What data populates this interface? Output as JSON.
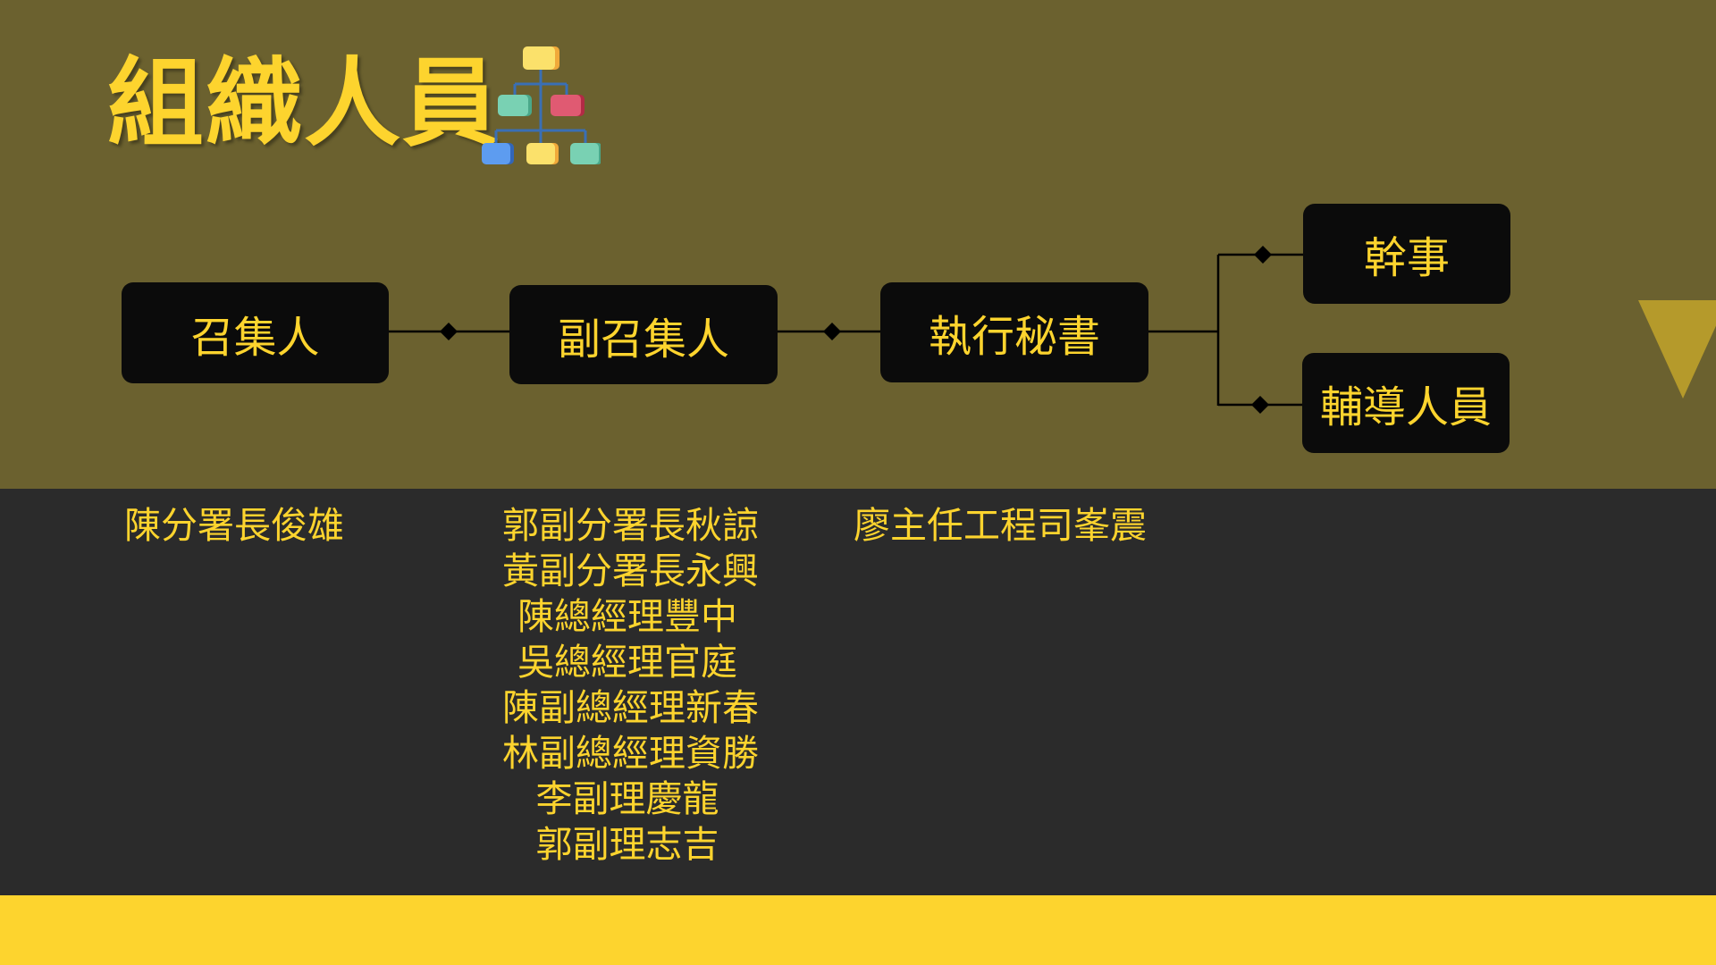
{
  "title": "組織人員",
  "icons": {
    "title_icon": "org-chart-icon"
  },
  "colors": {
    "accent": "#fdd42e",
    "top_background": "#6b612f",
    "bottom_background": "#2b2b2b",
    "node_fill": "#0b0b0b",
    "decor_triangle": "#b59a2b"
  },
  "nodes": {
    "convener": "召集人",
    "deputy_convener": "副召集人",
    "executive_secretary": "執行秘書",
    "officer": "幹事",
    "counselor": "輔導人員"
  },
  "names": {
    "convener": [
      "陳分署長俊雄"
    ],
    "deputy_convener": [
      "郭副分署長秋諒",
      "黃副分署長永興",
      "陳總經理豐中",
      "吳總經理官庭",
      "陳副總經理新春",
      "林副總經理資勝",
      "李副理慶龍",
      "郭副理志吉"
    ],
    "executive_secretary": [
      "廖主任工程司峯震"
    ]
  }
}
